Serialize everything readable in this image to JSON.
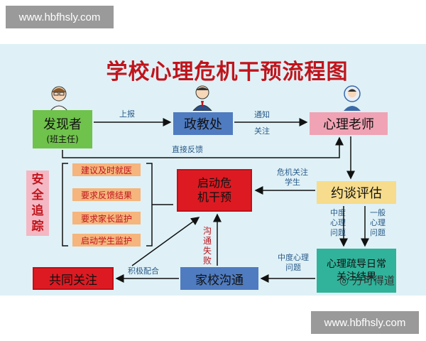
{
  "watermark": {
    "top": "www.hbfhsly.com",
    "bottom": "www.hbfhsly.com"
  },
  "title": "学校心理危机干预流程图",
  "nodes": {
    "discoverer": "发现者",
    "discoverer_sub": "(班主任)",
    "politics_office": "政教处",
    "psych_teacher": "心理老师",
    "start_intervention": "启动危机干预",
    "interview": "约谈评估",
    "home_school": "家校沟通",
    "joint_attention": "共同关注",
    "psych_counsel": "心理疏导日常关注结果",
    "safety": "安全追踪"
  },
  "actions": [
    "建议及时就医",
    "要求反馈结果",
    "要求家长监护",
    "启动学生监护"
  ],
  "edge_labels": {
    "report": "上报",
    "notify": "通知",
    "attention": "关注",
    "direct_feedback": "直接反馈",
    "crisis_attention": "危机关注学生",
    "medium_issue": "中度心理问题",
    "general_issue": "一般心理问题",
    "medium_issue_2": "中度心理问题",
    "active_cooperate": "积极配合",
    "comm_fail": "沟通失败"
  },
  "logo_text": "方可得道",
  "colors": {
    "title": "#c0141c",
    "canvas": "#dff1f6"
  }
}
